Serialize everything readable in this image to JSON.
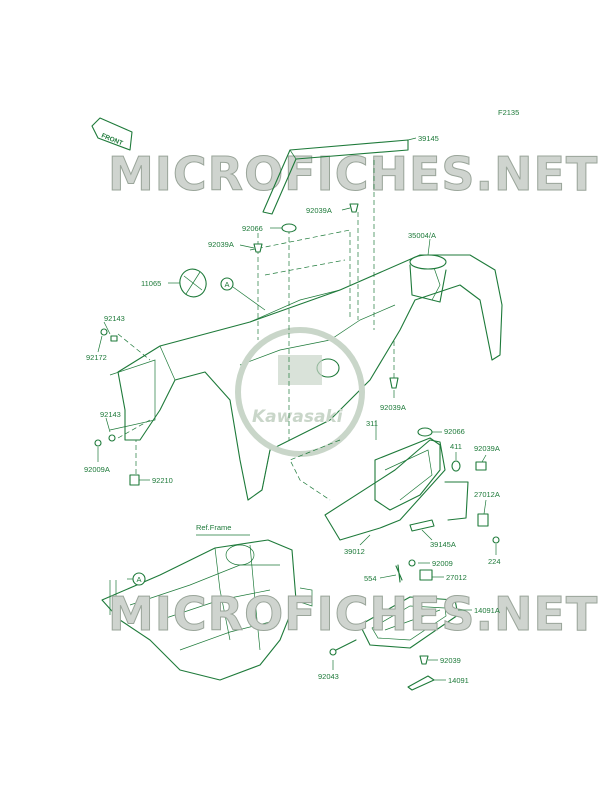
{
  "diagram_id": "F2135",
  "front_arrow_label": "FRONT",
  "watermark_text": "MICROFICHES.NET",
  "logo_text": "Kawasaki",
  "ref_frame_label": "Ref.Frame",
  "colors": {
    "ink": "#1e7a3a",
    "watermark": "#cfd4cf",
    "logo": "#c9d6c9"
  },
  "parts": {
    "p39145": "39145",
    "p92039A_top": "92039A",
    "p92066_top": "92066",
    "p92039A_left": "92039A",
    "p35004A": "35004/A",
    "p11065": "11065",
    "callout_A_top": "A",
    "p92143_top": "92143",
    "p92172": "92172",
    "p92143_mid": "92143",
    "p92009A": "92009A",
    "p92210": "92210",
    "p92039A_mid": "92039A",
    "p92066_right": "92066",
    "p311": "311",
    "p411": "411",
    "p92039A_right": "92039A",
    "p27012A": "27012A",
    "p224": "224",
    "p39012": "39012",
    "p39145A": "39145A",
    "p92009": "92009",
    "p554": "554",
    "p27012": "27012",
    "p14091A": "14091A",
    "p92039": "92039",
    "p92043": "92043",
    "p14091": "14091",
    "callout_A_bottom": "A"
  }
}
